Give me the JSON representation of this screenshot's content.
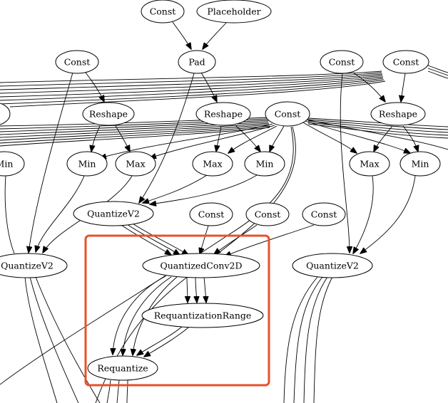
{
  "highlight_color": "#e8502a",
  "nodes": {
    "const_top": "Const",
    "placeholder": "Placeholder",
    "const_l": "Const",
    "pad": "Pad",
    "const_r1": "Const",
    "const_r2": "Const",
    "reshape_left_cut": "",
    "reshape_1": "Reshape",
    "reshape_2": "Reshape",
    "const_mid": "Const",
    "reshape_3": "Reshape",
    "min_left_cut": "Min",
    "min_1": "Min",
    "max_1": "Max",
    "max_2": "Max",
    "min_2": "Min",
    "max_3": "Max",
    "min_3": "Min",
    "quantize_mid": "QuantizeV2",
    "const_a": "Const",
    "const_b": "Const",
    "const_c": "Const",
    "quantize_left": "QuantizeV2",
    "conv": "QuantizedConv2D",
    "quantize_right": "QuantizeV2",
    "req_range": "RequantizationRange",
    "requantize": "Requantize"
  }
}
